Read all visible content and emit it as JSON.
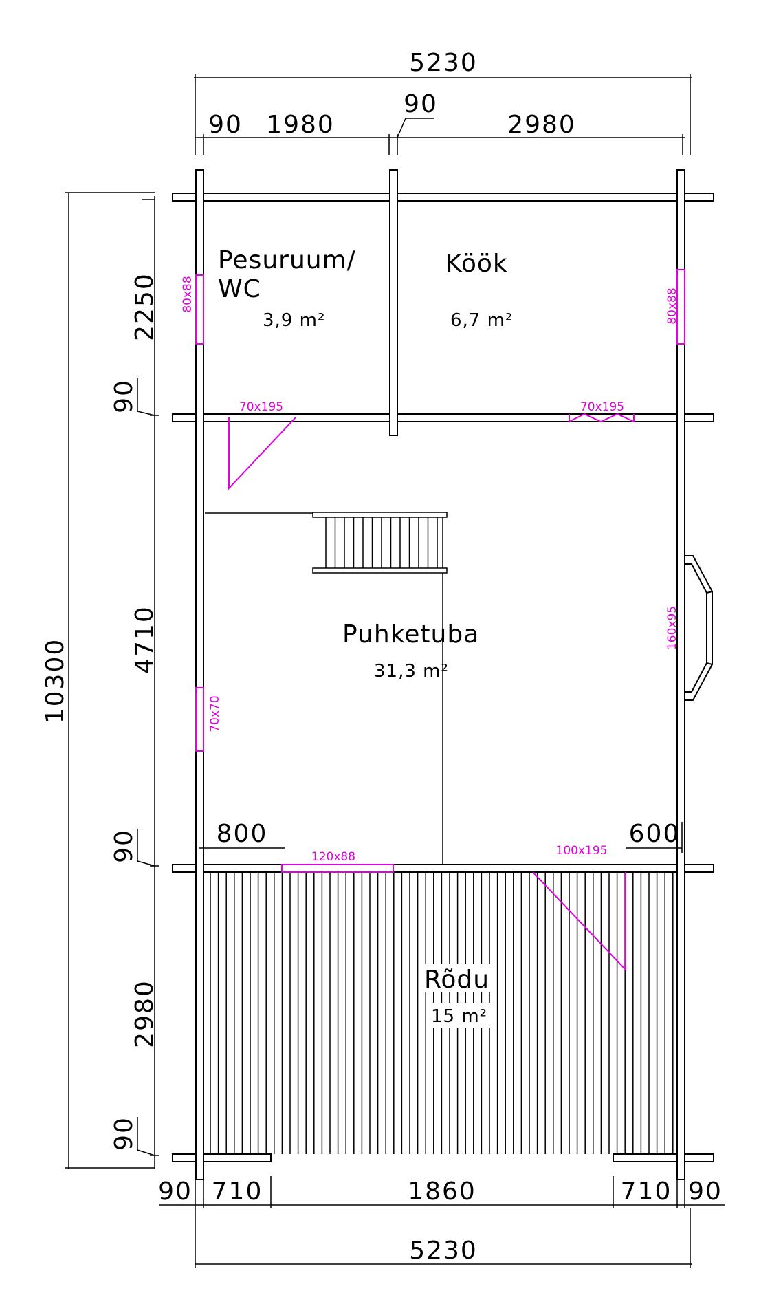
{
  "colors": {
    "line": "#000000",
    "opening": "#e000e0",
    "background": "#ffffff"
  },
  "dimensions": {
    "total_width_top": "5230",
    "top_wall_left": "90",
    "top_bath": "1980",
    "top_mid_wall": "90",
    "top_kitchen": "2980",
    "total_height": "10300",
    "h_bath": "2250",
    "h_wall_1": "90",
    "h_living": "4710",
    "h_wall_2": "90",
    "h_balcony": "2980",
    "h_wall_3": "90",
    "bottom_wall_left": "90",
    "bottom_left": "710",
    "bottom_center": "1860",
    "bottom_right": "710",
    "bottom_wall_right": "90",
    "total_width_bottom": "5230",
    "offset_left_800": "800",
    "offset_right_600": "600"
  },
  "rooms": [
    {
      "name_line1": "Pesuruum/",
      "name_line2": "WC",
      "area": "3,9 m²"
    },
    {
      "name": "Köök",
      "area": "6,7 m²"
    },
    {
      "name": "Puhketuba",
      "area": "31,3 m²"
    },
    {
      "name": "Rõdu",
      "area": "15 m²"
    }
  ],
  "openings": {
    "win_left_bath": "80x88",
    "win_right_kitchen": "80x88",
    "door_bath": "70x195",
    "door_kitchen": "70x195",
    "win_bay": "160x95",
    "win_left_living": "70x70",
    "win_front": "120x88",
    "door_front": "100x195"
  }
}
